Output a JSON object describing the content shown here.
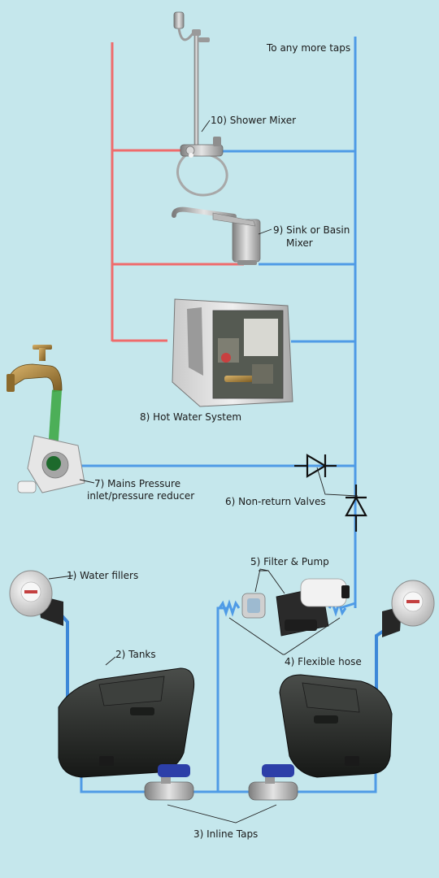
{
  "labels": {
    "more_taps": "To any more taps",
    "shower_mixer": "10) Shower Mixer",
    "sink_mixer_line1": "9) Sink or Basin",
    "sink_mixer_line2": "Mixer",
    "hot_water": "8) Hot Water System",
    "mains_line1": "7) Mains Pressure",
    "mains_line2": "inlet/pressure reducer",
    "non_return": "6) Non-return Valves",
    "filter_pump": "5) Filter & Pump",
    "water_fillers": "1) Water fillers",
    "flexible_hose": "4) Flexible hose",
    "tanks": "2) Tanks",
    "inline_taps": "3) Inline Taps"
  },
  "colors": {
    "background": "#c5e7ec",
    "hot_pipe": "#ef6b6b",
    "cold_pipe": "#4f9be6",
    "filler_pipe": "#3d88d8",
    "mains_hose": "#3ea848",
    "chrome": "#a9a9a9",
    "brass": "#b08a3e",
    "tank": "#2a2d2a",
    "valve_blue": "#2c3fa8",
    "label_text": "#1a1a1a"
  },
  "icons": [
    "shower-head-icon",
    "shower-mixer-icon",
    "sink-mixer-icon",
    "hot-water-unit-icon",
    "brass-tap-icon",
    "mains-inlet-icon",
    "water-filler-icon",
    "water-tank-icon",
    "inline-tap-icon",
    "pump-icon",
    "check-valve-icon"
  ]
}
